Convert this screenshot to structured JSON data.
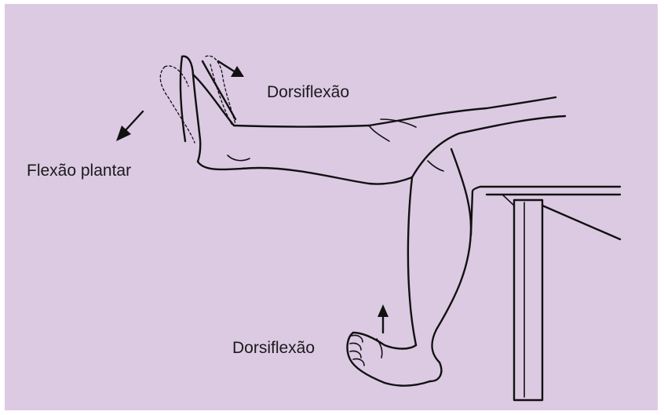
{
  "labels": {
    "dorsiflexion_upper": "Dorsiflexão",
    "plantar_flexion": "Flexão plantar",
    "dorsiflexion_lower": "Dorsiflexão"
  },
  "colors": {
    "background": "#dccae3",
    "line": "#111111"
  }
}
